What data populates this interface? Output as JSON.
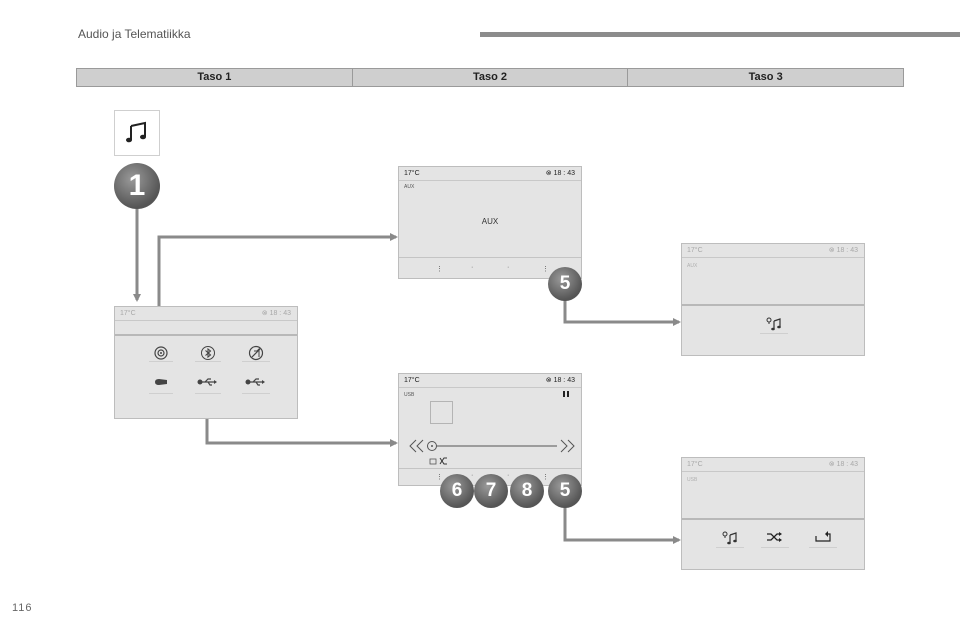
{
  "header": {
    "title": "Audio ja Telematiikka"
  },
  "levels": [
    "Taso 1",
    "Taso 2",
    "Taso 3"
  ],
  "screens": {
    "temperature": "17°C",
    "time": "18 : 43",
    "aux_source": "AUX",
    "aux_center": "AUX",
    "usb_source": "USB"
  },
  "badges": {
    "step_1": "1",
    "aux_sub": "5",
    "usb_6": "6",
    "usb_7": "7",
    "usb_8": "8",
    "usb_5": "5"
  },
  "icons": {
    "source_button": "music-note-icon",
    "level1_row1": [
      "radio-icon",
      "bluetooth-icon",
      "mute-icon"
    ],
    "level1_row2": [
      "aux-jack-icon",
      "usb-icon",
      "usb-icon"
    ],
    "usb_player": [
      "thumbnail",
      "pause-icon",
      "previous-icon",
      "next-icon",
      "shuffle-icon"
    ],
    "aux_settings": [
      "music-settings-icon"
    ],
    "usb_settings": [
      "music-settings-icon",
      "shuffle-icon",
      "repeat-icon"
    ]
  },
  "colors": {
    "arrow": "#8a8a8a",
    "badge": "#666666",
    "screen_bg": "#e4e4e4"
  },
  "page_number": "116"
}
